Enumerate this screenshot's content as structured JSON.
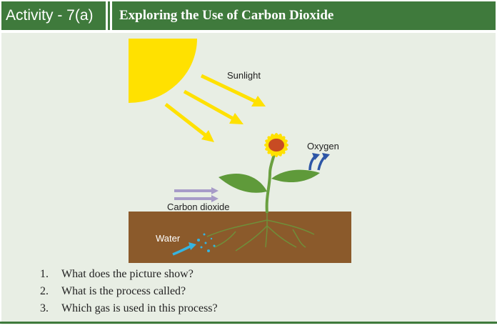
{
  "header": {
    "activity_label": "Activity - 7(a)",
    "title": "Exploring the Use of Carbon Dioxide"
  },
  "illustration": {
    "labels": {
      "sunlight": "Sunlight",
      "oxygen": "Oxygen",
      "carbon_dioxide": "Carbon dioxide",
      "water": "Water"
    }
  },
  "questions": [
    {
      "number": "1.",
      "text": "What does the picture show?"
    },
    {
      "number": "2.",
      "text": "What is the process called?"
    },
    {
      "number": "3.",
      "text": "Which gas is used in this process?"
    }
  ],
  "colors": {
    "header_green": "#3f7a3c",
    "panel_bg": "#e8eee4",
    "sun_yellow": "#ffe100",
    "soil_brown": "#8b5a2b",
    "leaf_green": "#5f9a3a",
    "oxygen_blue": "#2d56a6",
    "co2_purple": "#a79bc8",
    "water_cyan": "#36b4e0"
  }
}
